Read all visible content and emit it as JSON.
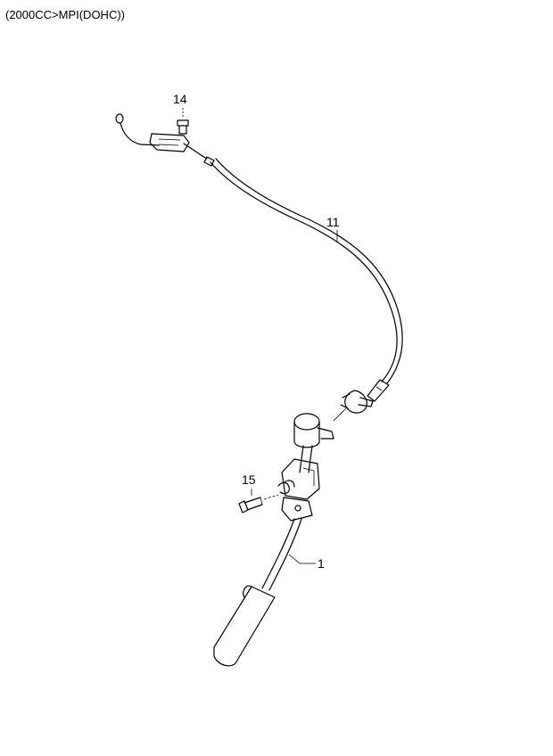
{
  "header": {
    "title": "(2000CC>MPI(DOHC))"
  },
  "callouts": [
    {
      "id": "part-14",
      "number": "14"
    },
    {
      "id": "part-11",
      "number": "11"
    },
    {
      "id": "part-15",
      "number": "15"
    },
    {
      "id": "part-1",
      "number": "1"
    }
  ]
}
